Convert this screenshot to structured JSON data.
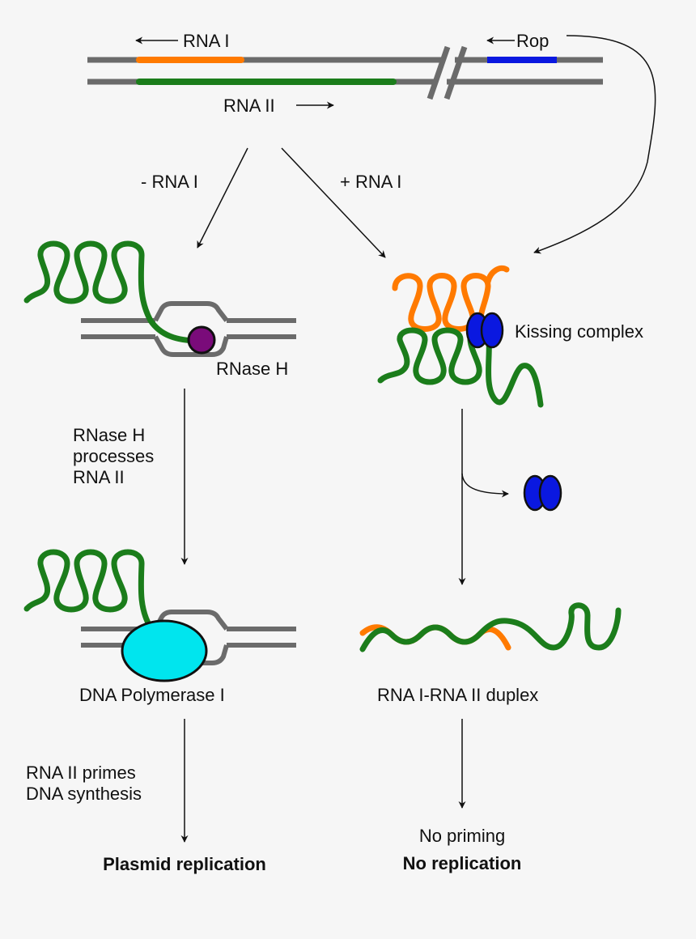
{
  "colors": {
    "dna": "#6b6b6b",
    "rna1": "#ff7a00",
    "rna2": "#1b7d1b",
    "rop": "#0a18e0",
    "rnaseH": "#7a0b7a",
    "polymerase": "#00e5ee",
    "arrow": "#111111",
    "background": "#f6f6f6"
  },
  "labels": {
    "rna1_top": "RNA I",
    "rop_top": "Rop",
    "rna2_top": "RNA II",
    "minus_rna1": "- RNA I",
    "plus_rna1": "+ RNA I",
    "rnase_h": "RNase H",
    "kissing_complex": "Kissing complex",
    "rnase_step": [
      "RNase H",
      "processes",
      "RNA II"
    ],
    "dna_pol": "DNA Polymerase I",
    "duplex": "RNA I-RNA II duplex",
    "primes_step": [
      "RNA II primes",
      "DNA synthesis"
    ],
    "plasmid_replication": "Plasmid replication",
    "no_priming": "No priming",
    "no_replication": "No replication"
  },
  "icons": {
    "rnaseH": "rnase-h-enzyme-icon",
    "rop": "rop-dimer-icon",
    "polymerase": "dna-polymerase-icon"
  }
}
